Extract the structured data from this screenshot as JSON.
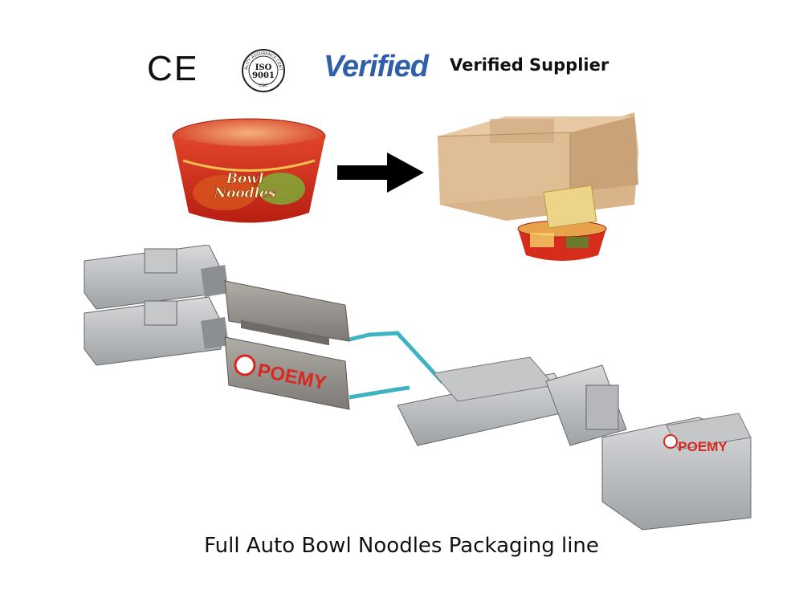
{
  "certifications": {
    "ce": "CE",
    "iso_top": "QUALITY ASSURANCE CENTRE",
    "iso_middle": "ISO",
    "iso_number": "9001",
    "iso_bottom": "CQC",
    "verified_mark": "Verified",
    "verified_supplier": "Verified Supplier"
  },
  "product": {
    "bowl_label_line1": "Bowl",
    "bowl_label_line2": "Noodles"
  },
  "machine": {
    "brand_main": "POEMY",
    "brand_secondary": "POEMY"
  },
  "caption": "Full Auto Bowl Noodles Packaging line",
  "colors": {
    "brand_red": "#d8281f",
    "verified_blue": "#2f5fa8",
    "conveyor_teal": "#3fb3c2",
    "steel": "#b9bbbd"
  }
}
